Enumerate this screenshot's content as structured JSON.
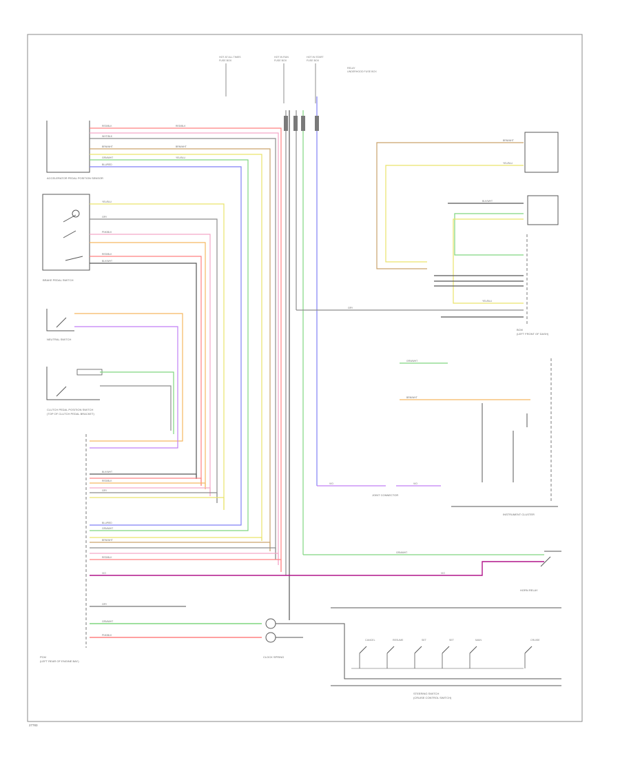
{
  "diagram_id": "27783",
  "colors": {
    "frame": "#8a8a8a",
    "gray": "#8c8c8c",
    "black": "#555555",
    "red": "#ff8080",
    "pink": "#f4a6c8",
    "orange": "#f5b860",
    "yellow": "#e9e36a",
    "green": "#7fd57f",
    "blue": "#7f7ff5",
    "violet": "#c07ef5",
    "brown": "#c9a26b",
    "magenta": "#b0138a",
    "text": "#777777"
  },
  "icons": {
    "switch": "switch-contact-icon",
    "motor": "motor-icon",
    "connector": "connector-icon",
    "ground": "ground-icon"
  },
  "components": {
    "accel_pedal_sensor": "ACCELERATOR PEDAL POSITION SENSOR",
    "brake_switch": "BRAKE PEDAL SWITCH",
    "neutral_switch": "NEUTRAL SWITCH",
    "clutch_switch": "CLUTCH PEDAL POSITION SWITCH",
    "clutch_sub": "(TOP OF CLUTCH PEDAL BRACKET)",
    "ecm": "PCM",
    "ecm_sub": "(LEFT REAR OF ENGINE BAY)",
    "bcm": "BCM",
    "bcm_sub": "(LEFT FRONT OF DASH)",
    "instrument_cluster": "INSTRUMENT CLUSTER",
    "steering_switch": "STEERING SWITCH",
    "steering_sub": "(CRUISE CONTROL SWITCH)",
    "clock_spring": "CLOCK SPRING",
    "horn_relay": "HORN RELAY",
    "joint_connector": "JOINT CONNECTOR"
  },
  "fuses": [
    {
      "label": "HOT AT ALL TIMES",
      "sub": "FUSE BOX"
    },
    {
      "label": "HOT IN RUN",
      "sub": "FUSE BOX"
    },
    {
      "label": "HOT IN START",
      "sub": "FUSE BOX"
    },
    {
      "label": "RELAY",
      "sub": "UNDERHOOD FUSE BOX"
    }
  ],
  "steering_buttons": [
    "CANCEL",
    "RESUME",
    "SET",
    "SET",
    "MAIN",
    "CRUISE"
  ],
  "wire_labels": {
    "a": "WHT/BLK",
    "b": "RED/BLK",
    "c": "GRN/WHT",
    "d": "BRN/WHT",
    "e": "YEL/BLU",
    "f": "BLU/RED",
    "g": "BLK/WHT",
    "h": "GRY",
    "i": "VIO",
    "j": "PNK/BLK"
  }
}
